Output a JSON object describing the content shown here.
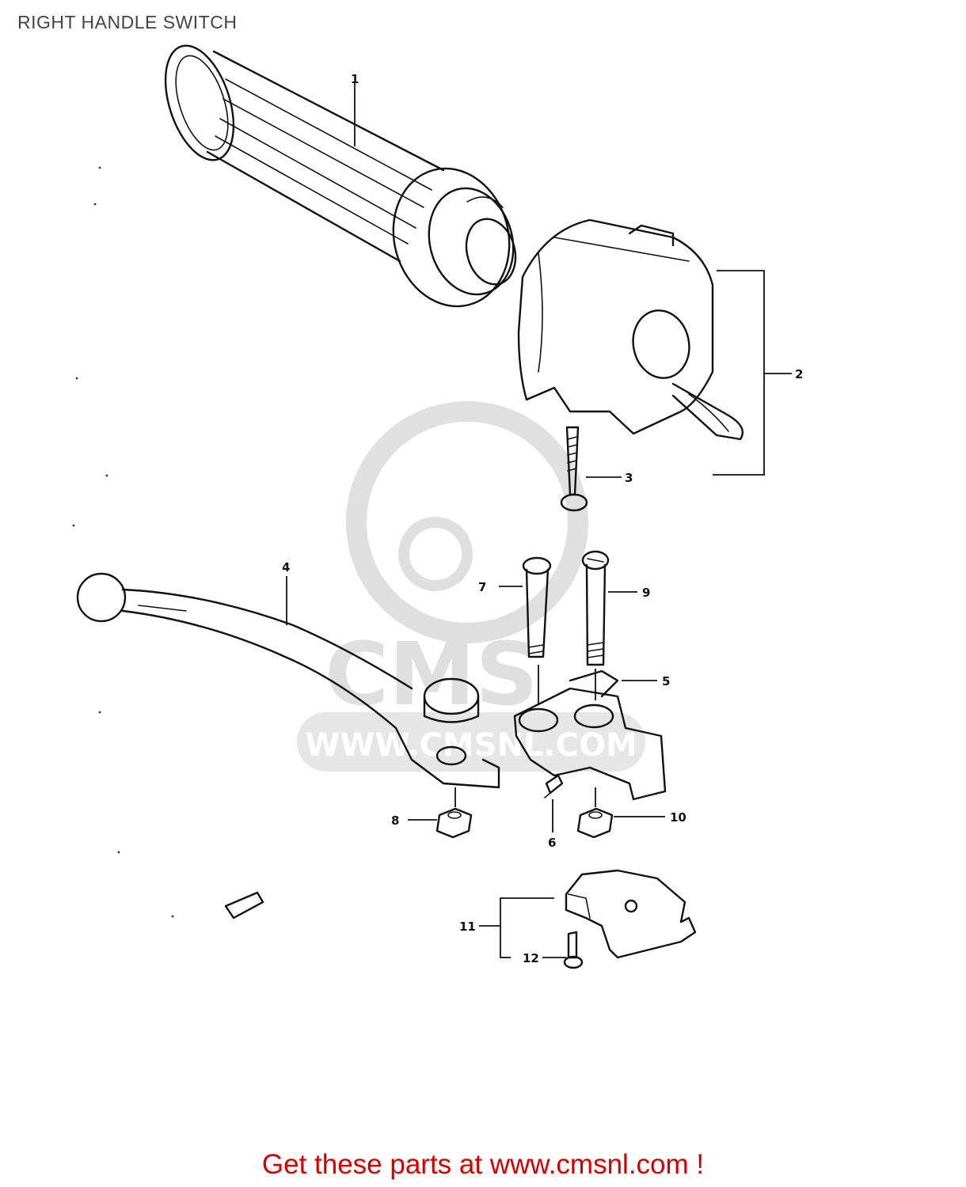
{
  "page": {
    "title": "RIGHT HANDLE SWITCH"
  },
  "diagram": {
    "watermark": {
      "logo_text": "CMS",
      "url_text": "WWW.CMSNL.COM"
    },
    "callouts": [
      {
        "number": "1",
        "part": "throttle-grip"
      },
      {
        "number": "2",
        "part": "handle-switch-housing"
      },
      {
        "number": "3",
        "part": "housing-screw"
      },
      {
        "number": "4",
        "part": "brake-lever"
      },
      {
        "number": "5",
        "part": "lever-holder"
      },
      {
        "number": "6",
        "part": "adjuster-screw"
      },
      {
        "number": "7",
        "part": "pivot-bolt"
      },
      {
        "number": "8",
        "part": "nut-left"
      },
      {
        "number": "9",
        "part": "holder-bolt"
      },
      {
        "number": "10",
        "part": "nut-right"
      },
      {
        "number": "11",
        "part": "brake-light-switch"
      },
      {
        "number": "12",
        "part": "switch-screw"
      }
    ]
  },
  "footer": {
    "link_text": "Get these parts at www.cmsnl.com !",
    "link_color": "#d40000"
  }
}
